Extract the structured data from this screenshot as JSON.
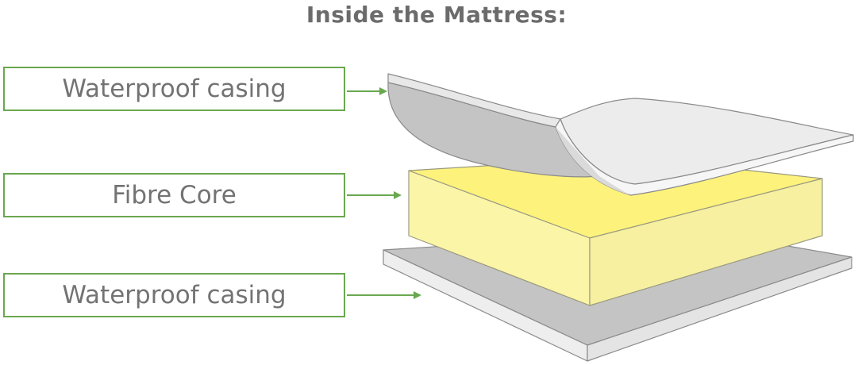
{
  "title": "Inside the Mattress:",
  "labels": [
    {
      "text": "Waterproof casing"
    },
    {
      "text": "Fibre Core"
    },
    {
      "text": "Waterproof casing"
    }
  ],
  "colors": {
    "title_text": "#6b6b6b",
    "label_text": "#737373",
    "label_border": "#6aa84f",
    "arrow": "#6aa84f",
    "foam_top": "#fdf27c",
    "foam_front": "#fbf5a8",
    "casing_grey": "#c4c4c4",
    "casing_light": "#eeeeee"
  },
  "icons": [
    "arrow-right-icon"
  ]
}
